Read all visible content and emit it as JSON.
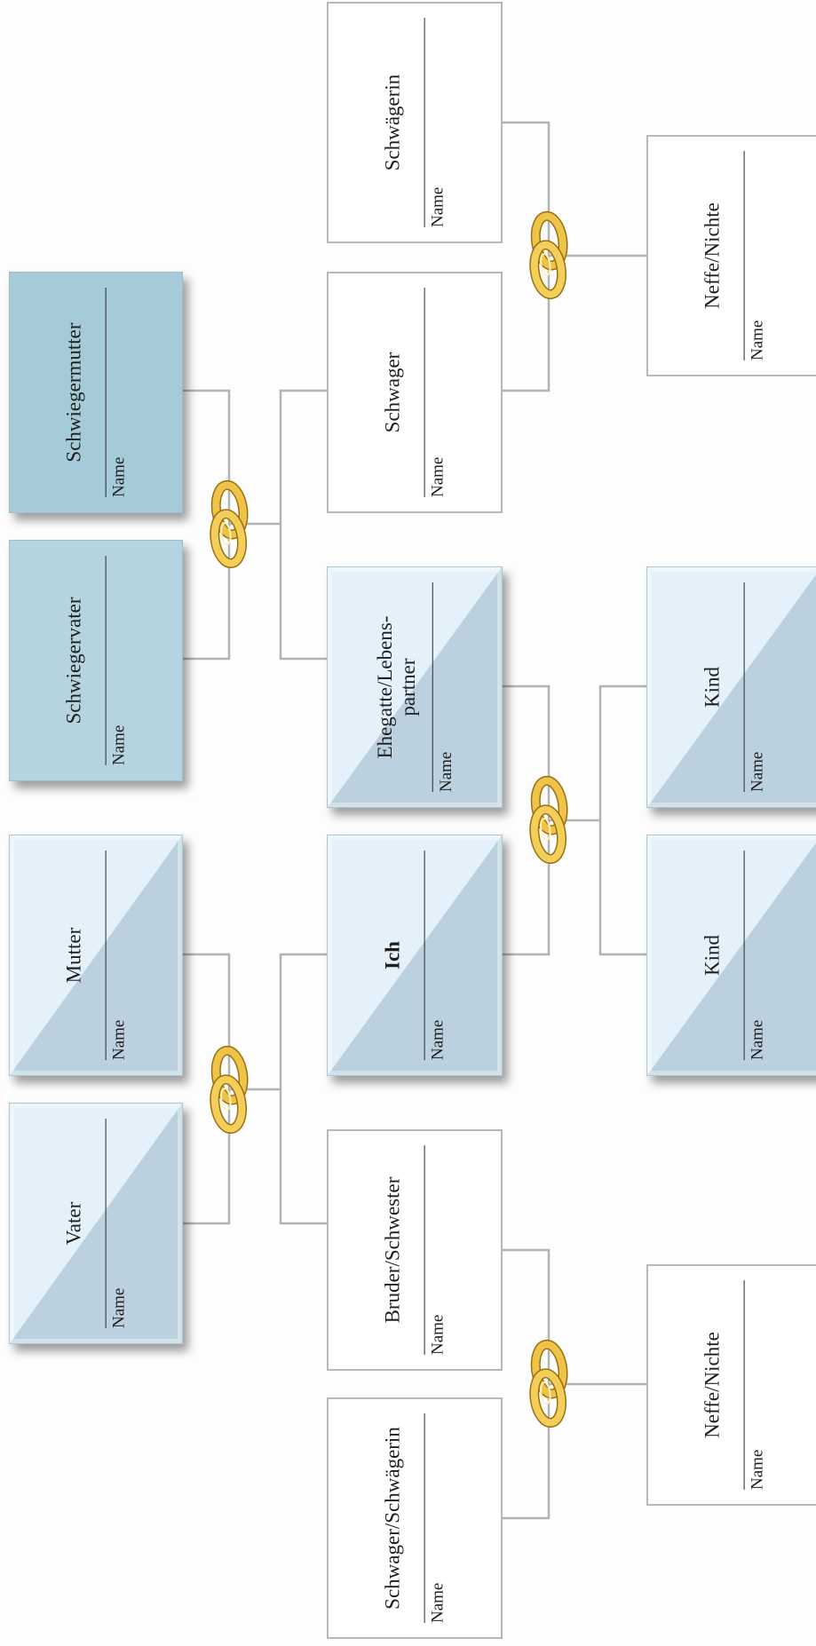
{
  "cards": [
    {
      "id": "vater",
      "role": "Vater",
      "name_label": "Name",
      "style": "diag"
    },
    {
      "id": "mutter",
      "role": "Mutter",
      "name_label": "Name",
      "style": "diag"
    },
    {
      "id": "schwiegervater",
      "role": "Schwiegervater",
      "name_label": "Name",
      "style": "inlaw"
    },
    {
      "id": "schwiegermutter",
      "role": "Schwiegermutter",
      "name_label": "Name",
      "style": "inlaw"
    },
    {
      "id": "schwager-schwaegerin",
      "role": "Schwager/Schwägerin",
      "name_label": "Name",
      "style": "plain"
    },
    {
      "id": "bruder-schwester",
      "role": "Bruder/Schwester",
      "name_label": "Name",
      "style": "plain"
    },
    {
      "id": "ich",
      "role": "Ich",
      "name_label": "Name",
      "style": "diag"
    },
    {
      "id": "ehegatte",
      "role": "Ehegatte/Lebens-partner",
      "name_label": "Name",
      "style": "diag"
    },
    {
      "id": "schwager",
      "role": "Schwager",
      "name_label": "Name",
      "style": "plain"
    },
    {
      "id": "schwaegerin",
      "role": "Schwägerin",
      "name_label": "Name",
      "style": "plain"
    },
    {
      "id": "neffe-nichte-1",
      "role": "Neffe/Nichte",
      "name_label": "Name",
      "style": "plain"
    },
    {
      "id": "kind-1",
      "role": "Kind",
      "name_label": "Name",
      "style": "diag"
    },
    {
      "id": "kind-2",
      "role": "Kind",
      "name_label": "Name",
      "style": "diag"
    },
    {
      "id": "neffe-nichte-2",
      "role": "Neffe/Nichte",
      "name_label": "Name",
      "style": "plain"
    }
  ],
  "icons": {
    "marriage": "wedding-rings-icon"
  },
  "colors": {
    "connector": "#b3b3b3",
    "card_light": "#e4f1fa",
    "card_dark": "#bcd1df",
    "inlaw": "#b6d4df",
    "ring_gold": "#e8b52e"
  }
}
